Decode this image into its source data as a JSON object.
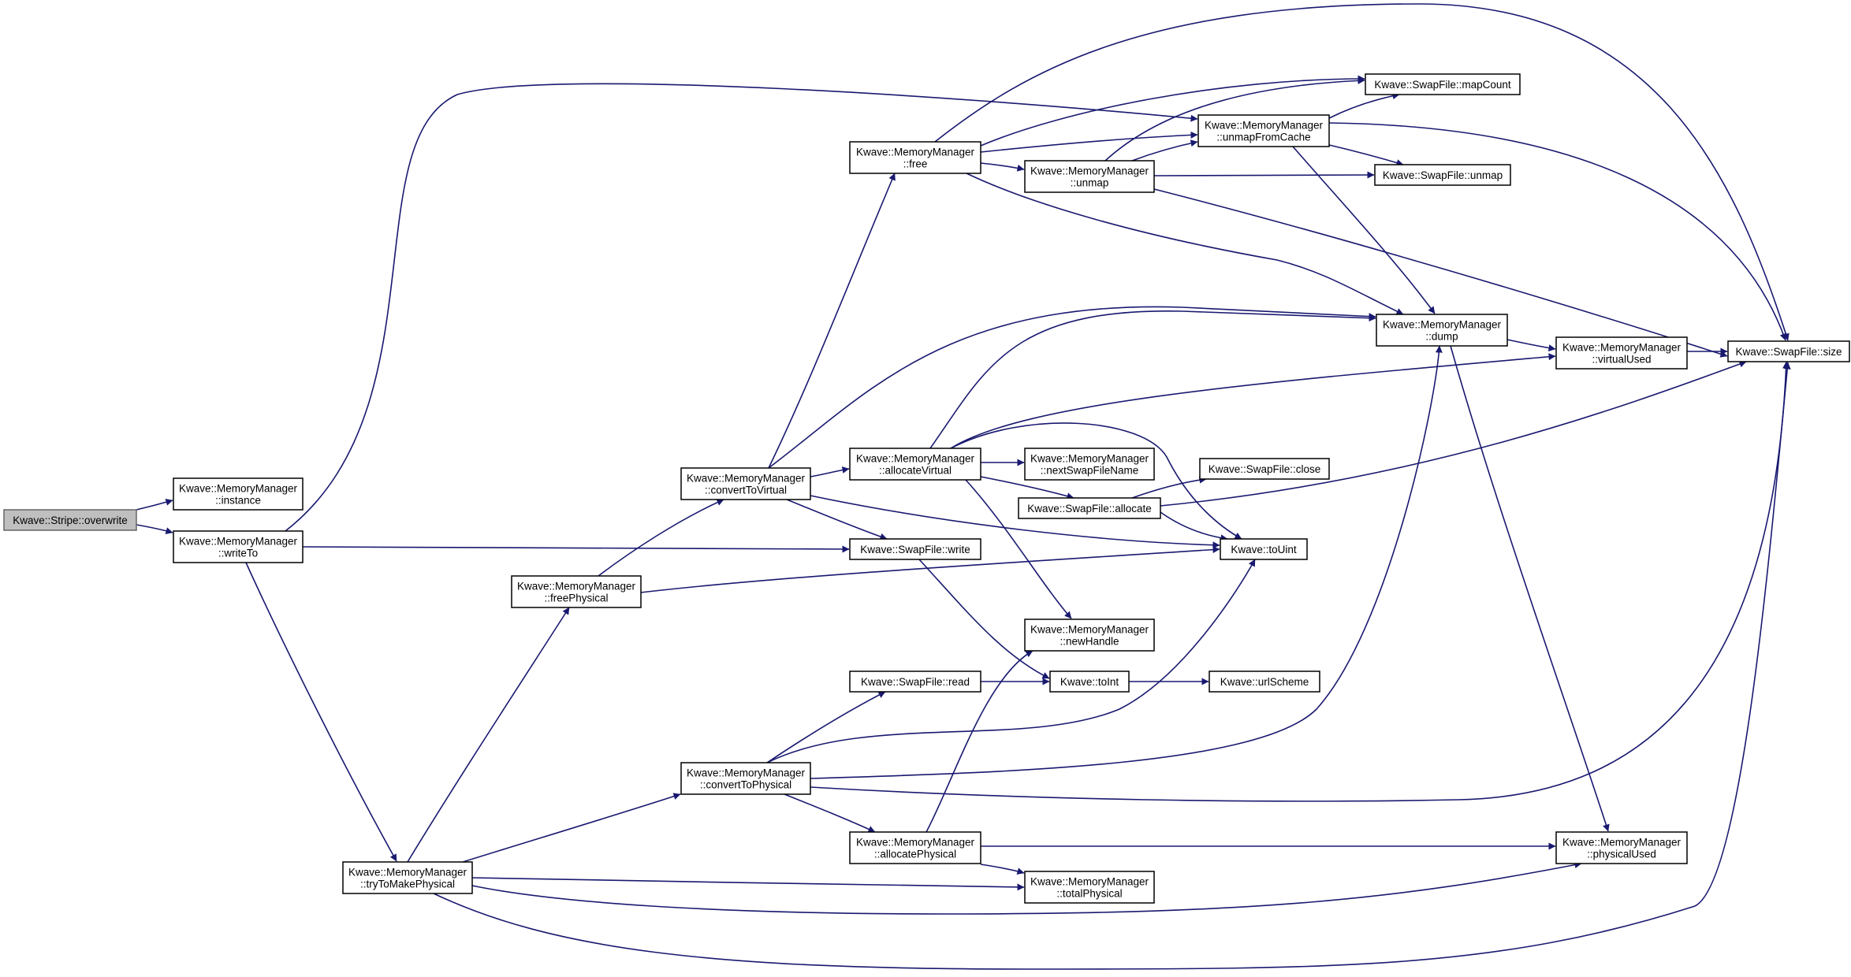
{
  "colors": {
    "edge": "#191970",
    "root_fill": "#bfbfbf",
    "node_fill": "#ffffff",
    "node_stroke": "#000000"
  },
  "nodes": [
    {
      "id": "overwrite",
      "lines": [
        "Kwave::Stripe::overwrite"
      ],
      "root": true
    },
    {
      "id": "instance",
      "lines": [
        "Kwave::MemoryManager",
        "::instance"
      ]
    },
    {
      "id": "writeTo",
      "lines": [
        "Kwave::MemoryManager",
        "::writeTo"
      ]
    },
    {
      "id": "tryToMakePhysical",
      "lines": [
        "Kwave::MemoryManager",
        "::tryToMakePhysical"
      ]
    },
    {
      "id": "freePhysical",
      "lines": [
        "Kwave::MemoryManager",
        "::freePhysical"
      ]
    },
    {
      "id": "convertToVirtual",
      "lines": [
        "Kwave::MemoryManager",
        "::convertToVirtual"
      ]
    },
    {
      "id": "convertToPhysical",
      "lines": [
        "Kwave::MemoryManager",
        "::convertToPhysical"
      ]
    },
    {
      "id": "free",
      "lines": [
        "Kwave::MemoryManager",
        "::free"
      ]
    },
    {
      "id": "allocateVirtual",
      "lines": [
        "Kwave::MemoryManager",
        "::allocateVirtual"
      ]
    },
    {
      "id": "swWrite",
      "lines": [
        "Kwave::SwapFile::write"
      ]
    },
    {
      "id": "swRead",
      "lines": [
        "Kwave::SwapFile::read"
      ]
    },
    {
      "id": "allocatePhysical",
      "lines": [
        "Kwave::MemoryManager",
        "::allocatePhysical"
      ]
    },
    {
      "id": "unmap",
      "lines": [
        "Kwave::MemoryManager",
        "::unmap"
      ]
    },
    {
      "id": "nextSwapFileName",
      "lines": [
        "Kwave::MemoryManager",
        "::nextSwapFileName"
      ]
    },
    {
      "id": "swAllocate",
      "lines": [
        "Kwave::SwapFile::allocate"
      ]
    },
    {
      "id": "newHandle",
      "lines": [
        "Kwave::MemoryManager",
        "::newHandle"
      ]
    },
    {
      "id": "toInt",
      "lines": [
        "Kwave::toInt"
      ]
    },
    {
      "id": "totalPhysical",
      "lines": [
        "Kwave::MemoryManager",
        "::totalPhysical"
      ]
    },
    {
      "id": "unmapFromCache",
      "lines": [
        "Kwave::MemoryManager",
        "::unmapFromCache"
      ]
    },
    {
      "id": "swClose",
      "lines": [
        "Kwave::SwapFile::close"
      ]
    },
    {
      "id": "toUint",
      "lines": [
        "Kwave::toUint"
      ]
    },
    {
      "id": "urlScheme",
      "lines": [
        "Kwave::urlScheme"
      ]
    },
    {
      "id": "mapCount",
      "lines": [
        "Kwave::SwapFile::mapCount"
      ]
    },
    {
      "id": "swUnmap",
      "lines": [
        "Kwave::SwapFile::unmap"
      ]
    },
    {
      "id": "dump",
      "lines": [
        "Kwave::MemoryManager",
        "::dump"
      ]
    },
    {
      "id": "virtualUsed",
      "lines": [
        "Kwave::MemoryManager",
        "::virtualUsed"
      ]
    },
    {
      "id": "physicalUsed",
      "lines": [
        "Kwave::MemoryManager",
        "::physicalUsed"
      ]
    },
    {
      "id": "swSize",
      "lines": [
        "Kwave::SwapFile::size"
      ]
    }
  ],
  "edges": [
    [
      "overwrite",
      "instance"
    ],
    [
      "overwrite",
      "writeTo"
    ],
    [
      "writeTo",
      "unmapFromCache"
    ],
    [
      "writeTo",
      "swWrite"
    ],
    [
      "writeTo",
      "tryToMakePhysical"
    ],
    [
      "tryToMakePhysical",
      "freePhysical"
    ],
    [
      "tryToMakePhysical",
      "convertToPhysical"
    ],
    [
      "tryToMakePhysical",
      "totalPhysical"
    ],
    [
      "tryToMakePhysical",
      "physicalUsed"
    ],
    [
      "tryToMakePhysical",
      "swSize"
    ],
    [
      "freePhysical",
      "convertToVirtual"
    ],
    [
      "freePhysical",
      "toUint"
    ],
    [
      "convertToVirtual",
      "free"
    ],
    [
      "convertToVirtual",
      "allocateVirtual"
    ],
    [
      "convertToVirtual",
      "swWrite"
    ],
    [
      "convertToVirtual",
      "dump"
    ],
    [
      "convertToVirtual",
      "toUint"
    ],
    [
      "free",
      "unmap"
    ],
    [
      "free",
      "unmapFromCache"
    ],
    [
      "free",
      "mapCount"
    ],
    [
      "free",
      "dump"
    ],
    [
      "free",
      "swSize"
    ],
    [
      "unmap",
      "unmapFromCache"
    ],
    [
      "unmap",
      "mapCount"
    ],
    [
      "unmap",
      "swUnmap"
    ],
    [
      "unmap",
      "swSize"
    ],
    [
      "unmapFromCache",
      "mapCount"
    ],
    [
      "unmapFromCache",
      "swUnmap"
    ],
    [
      "unmapFromCache",
      "dump"
    ],
    [
      "unmapFromCache",
      "swSize"
    ],
    [
      "allocateVirtual",
      "nextSwapFileName"
    ],
    [
      "allocateVirtual",
      "swAllocate"
    ],
    [
      "allocateVirtual",
      "newHandle"
    ],
    [
      "allocateVirtual",
      "dump"
    ],
    [
      "allocateVirtual",
      "virtualUsed"
    ],
    [
      "allocateVirtual",
      "toUint"
    ],
    [
      "swAllocate",
      "swClose"
    ],
    [
      "swAllocate",
      "toUint"
    ],
    [
      "swAllocate",
      "swSize"
    ],
    [
      "swWrite",
      "toInt"
    ],
    [
      "convertToPhysical",
      "swRead"
    ],
    [
      "convertToPhysical",
      "allocatePhysical"
    ],
    [
      "convertToPhysical",
      "toUint"
    ],
    [
      "convertToPhysical",
      "dump"
    ],
    [
      "convertToPhysical",
      "swSize"
    ],
    [
      "swRead",
      "toInt"
    ],
    [
      "toInt",
      "urlScheme"
    ],
    [
      "allocatePhysical",
      "newHandle"
    ],
    [
      "allocatePhysical",
      "totalPhysical"
    ],
    [
      "allocatePhysical",
      "physicalUsed"
    ],
    [
      "dump",
      "virtualUsed"
    ],
    [
      "dump",
      "physicalUsed"
    ],
    [
      "virtualUsed",
      "swSize"
    ]
  ]
}
